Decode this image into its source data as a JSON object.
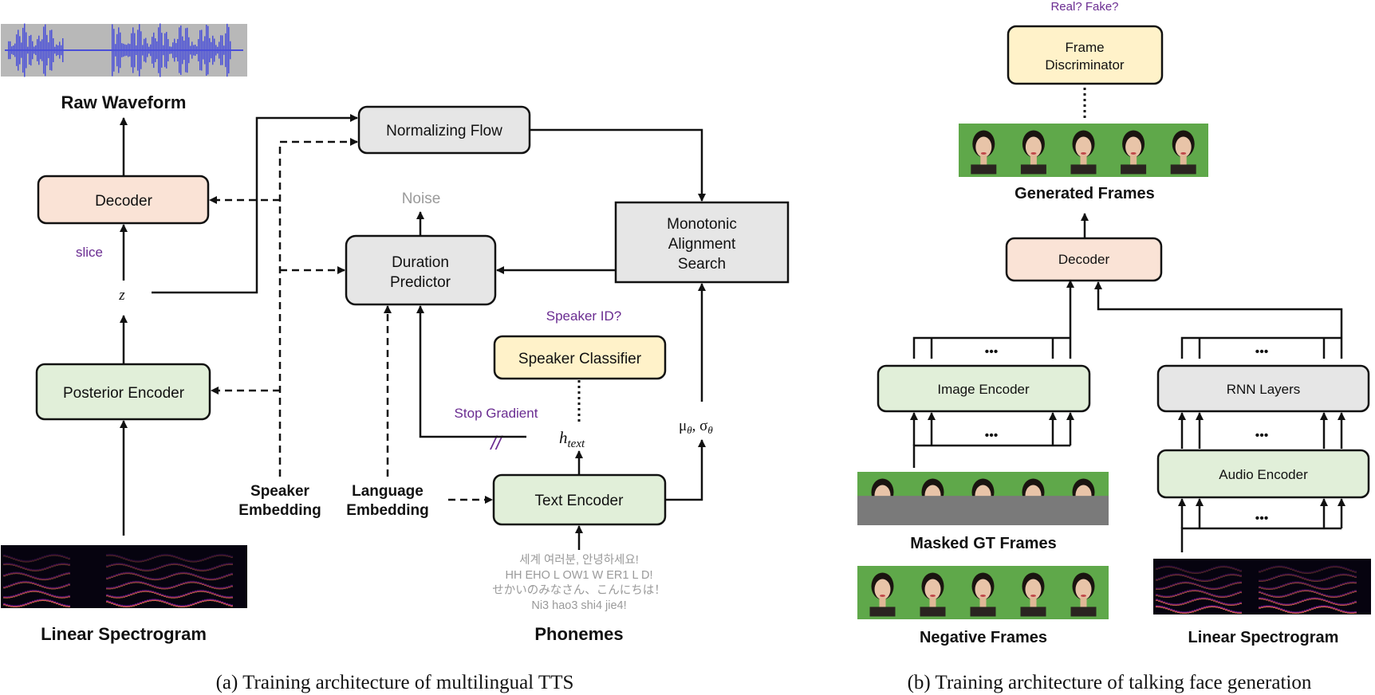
{
  "tts": {
    "raw_waveform": "Raw Waveform",
    "decoder": "Decoder",
    "slice": "slice",
    "z": "z",
    "posterior_encoder": "Posterior Encoder",
    "linear_spectrogram": "Linear Spectrogram",
    "normalizing_flow": "Normalizing Flow",
    "noise": "Noise",
    "duration_predictor": [
      "Duration",
      "Predictor"
    ],
    "monotonic_alignment_search": [
      "Monotonic",
      "Alignment",
      "Search"
    ],
    "speaker_id": "Speaker ID?",
    "speaker_classifier": "Speaker Classifier",
    "stop_gradient": "Stop Gradient",
    "stop_mark": "//",
    "h_text": "h",
    "h_text_sub": "text",
    "mu_sigma": "μ",
    "mu_sub": "θ",
    "mu_sep": ", σ",
    "sigma_sub": "θ",
    "speaker_embedding": [
      "Speaker",
      "Embedding"
    ],
    "language_embedding": [
      "Language",
      "Embedding"
    ],
    "text_encoder": "Text Encoder",
    "phoneme_examples": [
      "세계 여러분, 안녕하세요!",
      "HH EHO L OW1 W ER1 L D!",
      "せかいのみなさん、こんにちは！",
      "Ni3 hao3 shi4 jie4!"
    ],
    "phonemes": "Phonemes",
    "caption": "(a) Training architecture of multilingual TTS"
  },
  "face": {
    "real_fake": "Real? Fake?",
    "frame_discriminator": [
      "Frame",
      "Discriminator"
    ],
    "generated_frames": "Generated Frames",
    "decoder": "Decoder",
    "image_encoder": "Image Encoder",
    "rnn_layers": "RNN Layers",
    "audio_encoder": "Audio Encoder",
    "ellipsis": "•••",
    "masked_gt_frames": "Masked GT Frames",
    "negative_frames": "Negative Frames",
    "linear_spectrogram": "Linear Spectrogram",
    "caption": "(b) Training architecture of talking face generation"
  },
  "colors": {
    "decoder_fill": "#fae3d6",
    "encoder_fill": "#e1efd9",
    "gray_fill": "#e6e6e6",
    "classifier_fill": "#fff2c9",
    "purple_text": "#6a2c91",
    "green_screen": "#5fa84a",
    "waveform_blue": "#4a4fd8"
  }
}
